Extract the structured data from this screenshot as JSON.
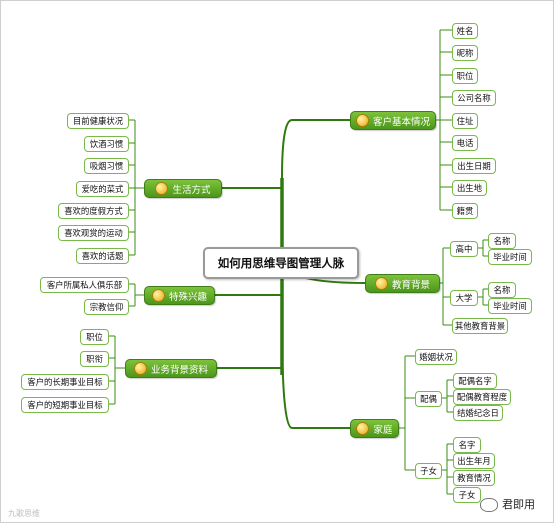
{
  "center": "如何用思维导图管理人脉",
  "topics": {
    "basic": "客户基本情况",
    "edu": "教育背景",
    "family": "家庭",
    "life": "生活方式",
    "hobby": "特殊兴趣",
    "career": "业务背景资料"
  },
  "basic_items": [
    "姓名",
    "昵称",
    "职位",
    "公司名称",
    "住址",
    "电话",
    "出生日期",
    "出生地",
    "籍贯"
  ],
  "edu": {
    "high": "高中",
    "high_items": [
      "名称",
      "毕业时间"
    ],
    "college": "大学",
    "college_items": [
      "名称",
      "毕业时间"
    ],
    "other": "其他教育背景"
  },
  "family": {
    "marital": "婚姻状况",
    "spouse": "配偶",
    "spouse_items": [
      "配偶名字",
      "配偶教育程度",
      "结婚纪念日"
    ],
    "children": "子女",
    "children_items": [
      "名字",
      "出生年月",
      "教育情况",
      "子女"
    ]
  },
  "life_items": [
    "目前健康状况",
    "饮酒习惯",
    "吸烟习惯",
    "爱吃的菜式",
    "喜欢的度假方式",
    "喜欢观赏的运动",
    "喜欢的话题"
  ],
  "hobby_items": [
    "客户所属私人俱乐部",
    "宗教信仰"
  ],
  "career_items": [
    "职位",
    "职衔",
    "客户的长期事业目标",
    "客户的短期事业目标"
  ],
  "watermark": {
    "left": "九歌思维",
    "right": "君即用"
  }
}
